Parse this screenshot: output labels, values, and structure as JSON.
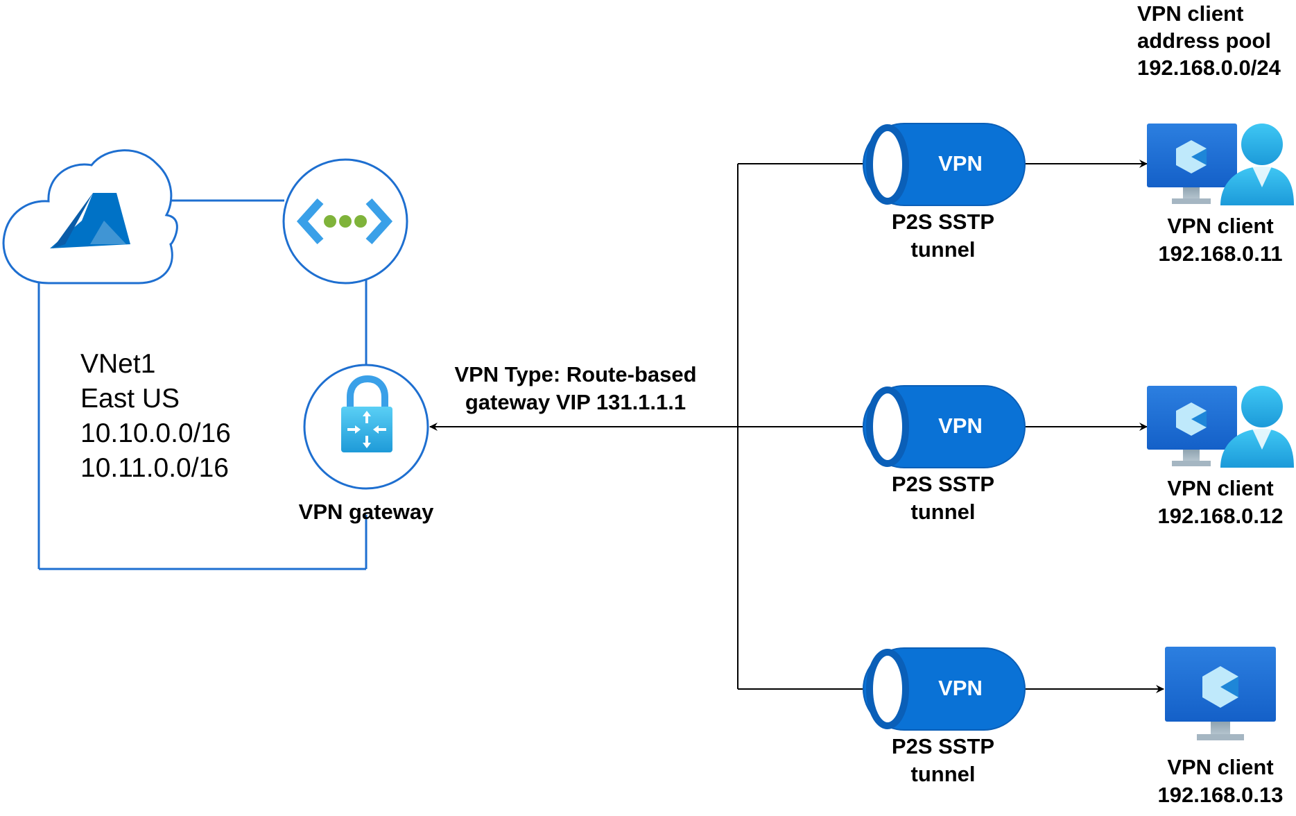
{
  "vnet": {
    "name": "VNet1",
    "region": "East US",
    "address_spaces": [
      "10.10.0.0/16",
      "10.11.0.0/16"
    ]
  },
  "gateway": {
    "label": "VPN gateway",
    "vpn_type": "VPN Type: Route-based",
    "vip": "gateway VIP 131.1.1.1"
  },
  "address_pool": {
    "line1": "VPN client",
    "line2": "address pool",
    "line3": "192.168.0.0/24"
  },
  "tunnels": [
    {
      "badge": "VPN",
      "line1": "P2S SSTP",
      "line2": "tunnel"
    },
    {
      "badge": "VPN",
      "line1": "P2S SSTP",
      "line2": "tunnel"
    },
    {
      "badge": "VPN",
      "line1": "P2S SSTP",
      "line2": "tunnel"
    }
  ],
  "clients": [
    {
      "label": "VPN client",
      "ip": "192.168.0.11",
      "icon": "user-monitor-icon"
    },
    {
      "label": "VPN client",
      "ip": "192.168.0.12",
      "icon": "user-monitor-icon"
    },
    {
      "label": "VPN client",
      "ip": "192.168.0.13",
      "icon": "monitor-icon"
    }
  ],
  "colors": {
    "azure_blue": "#0072C6",
    "line_blue": "#1E6FD0",
    "light_blue": "#3AA0E8",
    "connector": "#000000"
  }
}
